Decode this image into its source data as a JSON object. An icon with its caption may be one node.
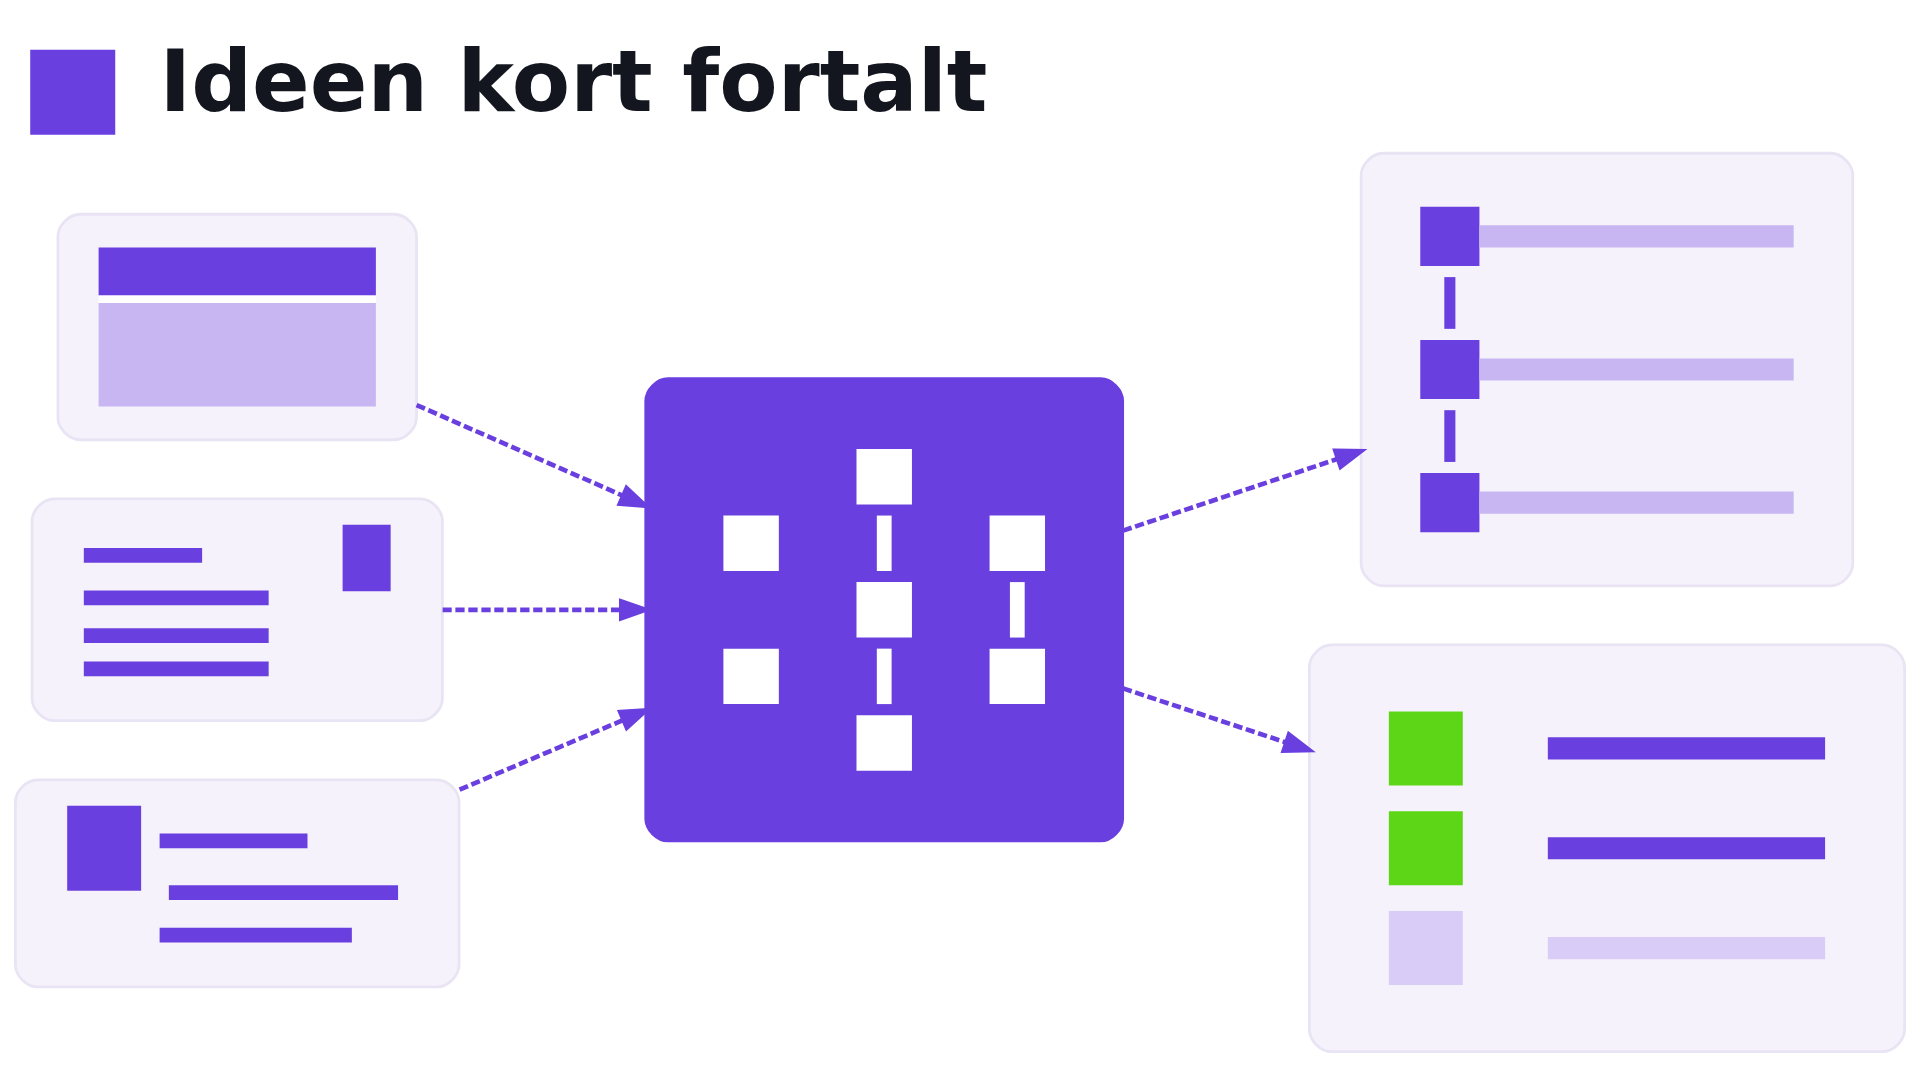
{
  "diagram": {
    "title": "Ideen kort fortalt",
    "nodes": [
      {
        "text": [],
        "shape": "picture"
      },
      {
        "text": [],
        "shape": "picture"
      },
      {
        "text": [],
        "shape": "picture"
      },
      {
        "text": [],
        "shape": "picture"
      },
      {
        "text": [],
        "shape": "picture"
      },
      {
        "text": [],
        "shape": "picture"
      }
    ],
    "edges": [
      {
        "from": 0,
        "to": 3,
        "arrow": "to",
        "style": "dashed"
      },
      {
        "from": 1,
        "to": 3,
        "arrow": "to",
        "style": "dashed"
      },
      {
        "from": 2,
        "to": 3,
        "arrow": "to",
        "style": "dashed"
      },
      {
        "from": 3,
        "to": 4,
        "arrow": "to",
        "style": "dashed"
      },
      {
        "from": 3,
        "to": 5,
        "arrow": "to",
        "style": "dashed"
      }
    ]
  }
}
